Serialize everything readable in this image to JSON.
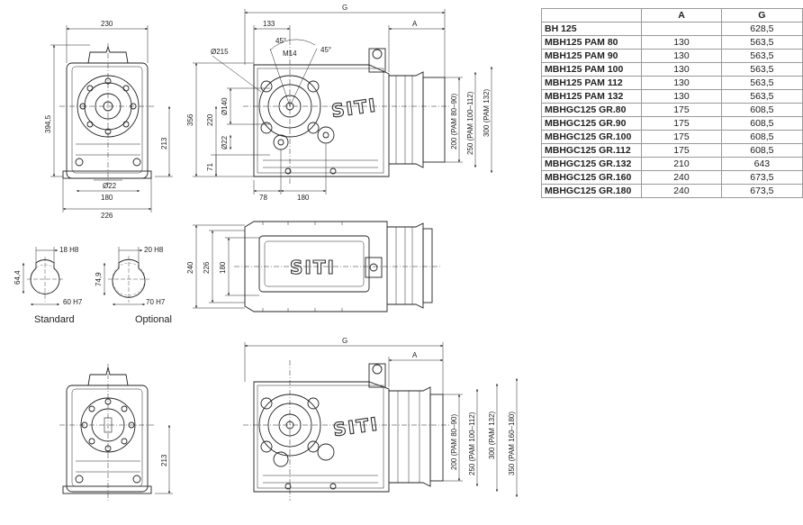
{
  "table": {
    "headers": [
      "",
      "A",
      "G"
    ],
    "rows": [
      {
        "model": "BH 125",
        "a": "",
        "g": "628,5"
      },
      {
        "model": "MBH125 PAM 80",
        "a": "130",
        "g": "563,5"
      },
      {
        "model": "MBH125 PAM 90",
        "a": "130",
        "g": "563,5"
      },
      {
        "model": "MBH125 PAM 100",
        "a": "130",
        "g": "563,5"
      },
      {
        "model": "MBH125 PAM 112",
        "a": "130",
        "g": "563,5"
      },
      {
        "model": "MBH125 PAM 132",
        "a": "130",
        "g": "563,5"
      },
      {
        "model": "MBHGC125 GR.80",
        "a": "175",
        "g": "608,5"
      },
      {
        "model": "MBHGC125 GR.90",
        "a": "175",
        "g": "608,5"
      },
      {
        "model": "MBHGC125 GR.100",
        "a": "175",
        "g": "608,5"
      },
      {
        "model": "MBHGC125 GR.112",
        "a": "175",
        "g": "608,5"
      },
      {
        "model": "MBHGC125 GR.132",
        "a": "210",
        "g": "643"
      },
      {
        "model": "MBHGC125 GR.160",
        "a": "240",
        "g": "673,5"
      },
      {
        "model": "MBHGC125 GR.180",
        "a": "240",
        "g": "673,5"
      }
    ]
  },
  "labels": {
    "standard": "Standard",
    "optional": "Optional",
    "brand": "SITI"
  },
  "dims": {
    "w230": "230",
    "h394": "394,5",
    "h213a": "213",
    "d22": "Ø22",
    "w180a": "180",
    "w226": "226",
    "g_top": "G",
    "a_top": "A",
    "w133": "133",
    "ang45a": "45°",
    "m14": "M14",
    "ang45b": "45°",
    "d215": "Ø215",
    "h356": "356",
    "h220": "220",
    "d140": "Ø140",
    "d22b": "Ø22",
    "h71": "71",
    "w78": "78",
    "w180b": "180",
    "pam1": "200 (PAM 80–90)",
    "pam2": "250 (PAM 100–112)",
    "pam3": "300 (PAM 132)",
    "h240": "240",
    "h226": "226",
    "h180": "180",
    "k18": "18 H8",
    "k644": "64,4",
    "k60": "60 H7",
    "k20": "20 H8",
    "k749": "74,9",
    "k70": "70 H7",
    "g_bot": "G",
    "a_bot": "A",
    "h213b": "213",
    "gr1": "200 (PAM 80–90)",
    "gr2": "250 (PAM 100–112)",
    "gr3": "300 (PAM 132)",
    "gr4": "350 (PAM 160–180)"
  }
}
